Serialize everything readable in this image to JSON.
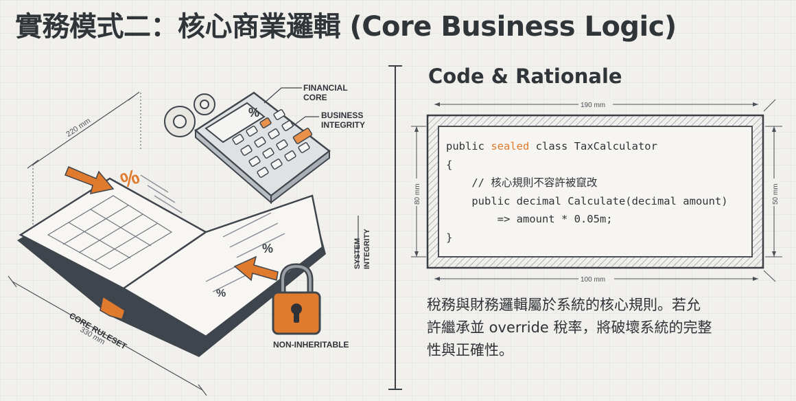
{
  "title": "實務模式二：核心商業邏輯 (Core Business Logic)",
  "illustration": {
    "labels": {
      "financial_core": [
        "FINANCIAL",
        "CORE"
      ],
      "business_integrity": [
        "BUSINESS",
        "INTEGRITY"
      ],
      "system_integrity": [
        "SYSTEM",
        "INTEGRITY"
      ],
      "non_inheritable": "NON-INHERITABLE",
      "core_ruleset": "CORE RULESET",
      "dim_220": "220 mm",
      "dim_330": "330 mm",
      "percent": "%"
    }
  },
  "code_section": {
    "heading": "Code & Rationale",
    "dimensions": {
      "top": "190 mm",
      "bottom": "100 mm",
      "left": "80 mm",
      "right": "50 mm"
    },
    "code_lines": [
      {
        "indent": "",
        "parts": [
          {
            "text": "public "
          },
          {
            "text": "sealed",
            "accent": true
          },
          {
            "text": " class TaxCalculator"
          }
        ]
      },
      {
        "indent": "",
        "parts": [
          {
            "text": "{"
          }
        ]
      },
      {
        "indent": "    ",
        "parts": [
          {
            "text": "// 核心規則不容許被竄改"
          }
        ]
      },
      {
        "indent": "    ",
        "parts": [
          {
            "text": "public decimal Calculate(decimal amount)"
          }
        ]
      },
      {
        "indent": "        ",
        "parts": [
          {
            "text": "=> amount * 0.05m;"
          }
        ]
      },
      {
        "indent": "",
        "parts": [
          {
            "text": "}"
          }
        ]
      }
    ],
    "description_lines": [
      "稅務與財務邏輯屬於系統的核心規則。若允",
      "許繼承並 override 稅率，將破壞系統的完整",
      "性與正確性。"
    ]
  },
  "colors": {
    "accent": "#e07a2c",
    "ink": "#2f3338",
    "background": "#f1f0ec"
  }
}
